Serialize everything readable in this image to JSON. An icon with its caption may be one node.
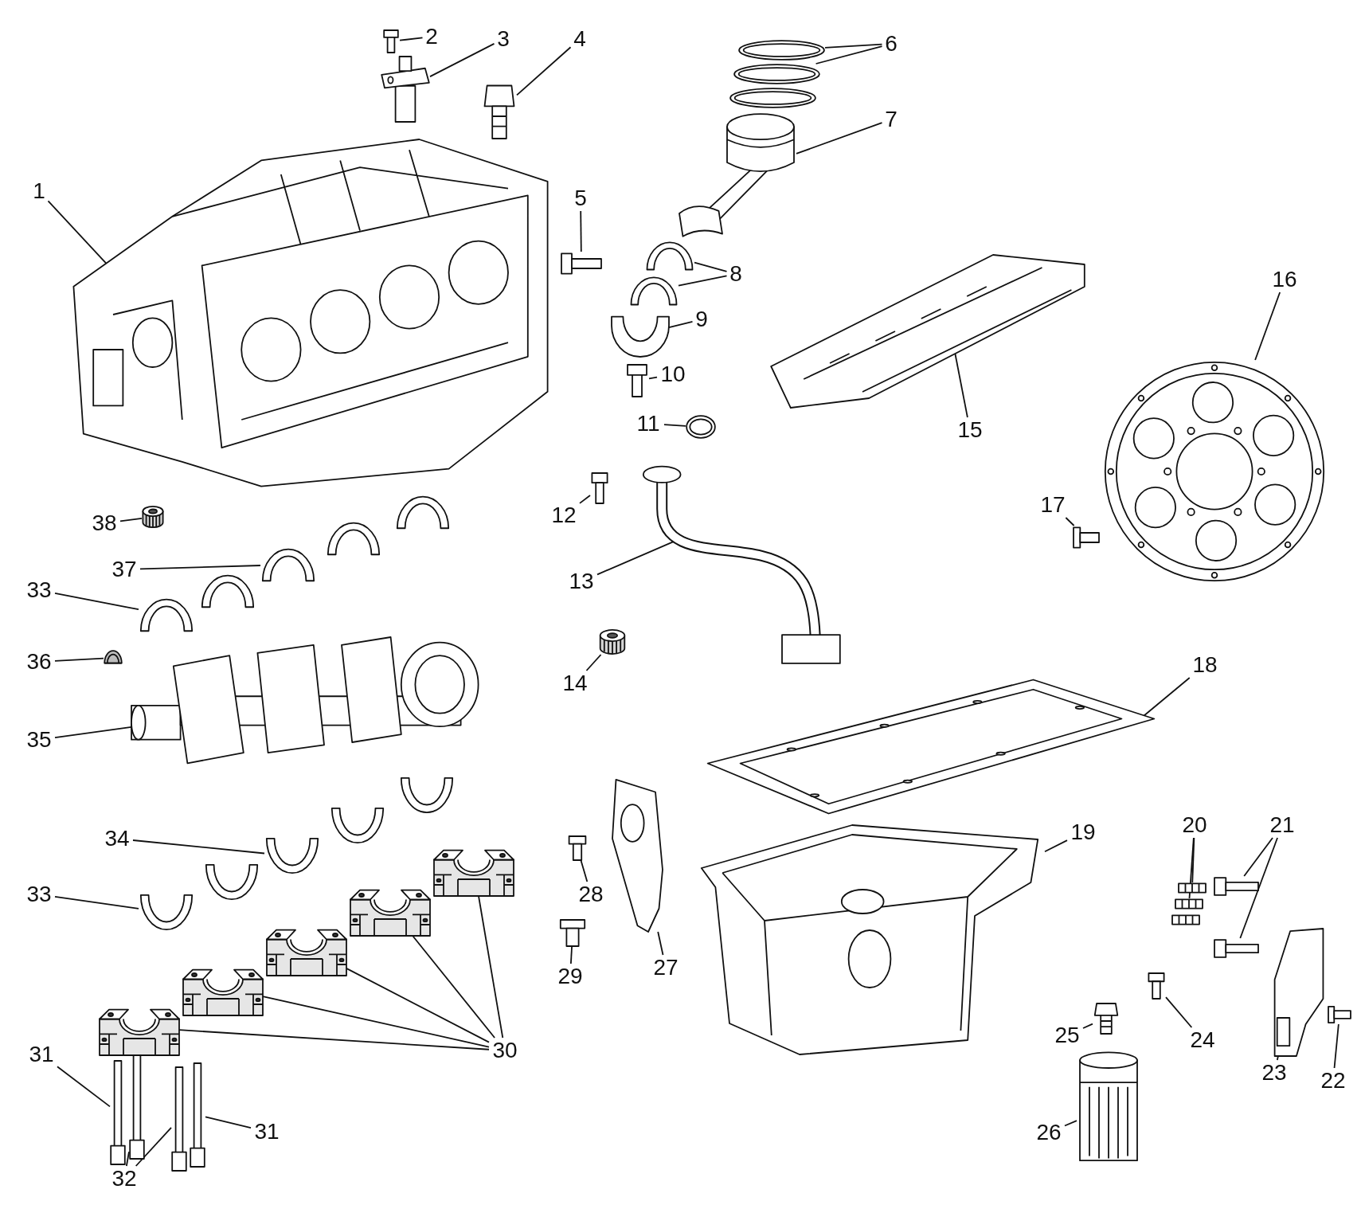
{
  "diagram": {
    "nodes": [
      {
        "text": [
          "1"
        ]
      },
      {
        "text": [],
        "shape": "picture"
      },
      {
        "text": [
          "2"
        ]
      },
      {
        "text": [],
        "shape": "picture"
      },
      {
        "text": [
          "3"
        ]
      },
      {
        "text": [],
        "shape": "picture"
      },
      {
        "text": [
          "4"
        ]
      },
      {
        "text": [],
        "shape": "picture"
      },
      {
        "text": [
          "5"
        ]
      },
      {
        "text": [],
        "shape": "picture"
      },
      {
        "text": [
          "6"
        ]
      },
      {
        "text": [],
        "shape": "picture"
      },
      {
        "text": [],
        "shape": "picture"
      },
      {
        "text": [],
        "shape": "picture"
      },
      {
        "text": [
          "7"
        ]
      },
      {
        "text": [],
        "shape": "picture"
      },
      {
        "text": [
          "8"
        ]
      },
      {
        "text": [],
        "shape": "picture"
      },
      {
        "text": [],
        "shape": "picture"
      },
      {
        "text": [
          "9"
        ]
      },
      {
        "text": [],
        "shape": "picture"
      },
      {
        "text": [
          "10"
        ]
      },
      {
        "text": [],
        "shape": "picture"
      },
      {
        "text": [
          "11"
        ]
      },
      {
        "text": [],
        "shape": "picture"
      },
      {
        "text": [
          "12"
        ]
      },
      {
        "text": [],
        "shape": "picture"
      },
      {
        "text": [
          "13"
        ]
      },
      {
        "text": [],
        "shape": "picture"
      },
      {
        "text": [
          "14"
        ]
      },
      {
        "text": [],
        "shape": "picture"
      },
      {
        "text": [
          "15"
        ]
      },
      {
        "text": [],
        "shape": "picture"
      },
      {
        "text": [
          "16"
        ]
      },
      {
        "text": [],
        "shape": "picture"
      },
      {
        "text": [
          "17"
        ]
      },
      {
        "text": [],
        "shape": "picture"
      },
      {
        "text": [
          "18"
        ]
      },
      {
        "text": [],
        "shape": "picture"
      },
      {
        "text": [
          "19"
        ]
      },
      {
        "text": [],
        "shape": "picture"
      },
      {
        "text": [
          "20"
        ]
      },
      {
        "text": [],
        "shape": "picture"
      },
      {
        "text": [],
        "shape": "picture"
      },
      {
        "text": [],
        "shape": "picture"
      },
      {
        "text": [
          "21"
        ]
      },
      {
        "text": [],
        "shape": "picture"
      },
      {
        "text": [],
        "shape": "picture"
      },
      {
        "text": [
          "22"
        ]
      },
      {
        "text": [],
        "shape": "picture"
      },
      {
        "text": [
          "23"
        ]
      },
      {
        "text": [],
        "shape": "picture"
      },
      {
        "text": [
          "24"
        ]
      },
      {
        "text": [],
        "shape": "picture"
      },
      {
        "text": [
          "25"
        ]
      },
      {
        "text": [],
        "shape": "picture"
      },
      {
        "text": [
          "26"
        ]
      },
      {
        "text": [],
        "shape": "picture"
      },
      {
        "text": [
          "27"
        ]
      },
      {
        "text": [],
        "shape": "picture"
      },
      {
        "text": [
          "28"
        ]
      },
      {
        "text": [],
        "shape": "picture"
      },
      {
        "text": [
          "29"
        ]
      },
      {
        "text": [],
        "shape": "picture"
      },
      {
        "text": [
          "30"
        ]
      },
      {
        "text": [],
        "shape": "picture"
      },
      {
        "text": [],
        "shape": "picture"
      },
      {
        "text": [],
        "shape": "picture"
      },
      {
        "text": [],
        "shape": "picture"
      },
      {
        "text": [],
        "shape": "picture"
      },
      {
        "text": [
          "31"
        ]
      },
      {
        "text": [],
        "shape": "picture"
      },
      {
        "text": [
          "32"
        ]
      },
      {
        "text": [],
        "shape": "picture"
      },
      {
        "text": [],
        "shape": "picture"
      },
      {
        "text": [
          "31"
        ]
      },
      {
        "text": [],
        "shape": "picture"
      },
      {
        "text": [
          "33"
        ]
      },
      {
        "text": [],
        "shape": "picture"
      },
      {
        "text": [
          "36"
        ]
      },
      {
        "text": [],
        "shape": "picture"
      },
      {
        "text": [
          "35"
        ]
      },
      {
        "text": [],
        "shape": "picture"
      },
      {
        "text": [
          "34"
        ]
      },
      {
        "text": [],
        "shape": "picture"
      },
      {
        "text": [
          "33"
        ]
      },
      {
        "text": [],
        "shape": "picture"
      },
      {
        "text": [
          "37"
        ]
      },
      {
        "text": [],
        "shape": "picture"
      },
      {
        "text": [
          "38"
        ]
      },
      {
        "text": [],
        "shape": "picture"
      },
      {
        "text": [],
        "shape": "picture"
      },
      {
        "text": [],
        "shape": "picture"
      },
      {
        "text": [],
        "shape": "picture"
      },
      {
        "text": [],
        "shape": "picture"
      },
      {
        "text": [],
        "shape": "picture"
      },
      {
        "text": [],
        "shape": "picture"
      }
    ],
    "edges": [
      {
        "from": 0,
        "to": 1,
        "arrow": "none"
      },
      {
        "from": 2,
        "to": 3,
        "arrow": "none"
      },
      {
        "from": 4,
        "to": 5,
        "arrow": "none"
      },
      {
        "from": 6,
        "to": 7,
        "arrow": "none"
      },
      {
        "from": 8,
        "to": 9,
        "arrow": "none"
      },
      {
        "from": 10,
        "to": 11,
        "arrow": "none"
      },
      {
        "from": 10,
        "to": 12,
        "arrow": "none"
      },
      {
        "from": 14,
        "to": 15,
        "arrow": "none"
      },
      {
        "from": 16,
        "to": 17,
        "arrow": "none"
      },
      {
        "from": 16,
        "to": 18,
        "arrow": "none"
      },
      {
        "from": 19,
        "to": 20,
        "arrow": "none"
      },
      {
        "from": 21,
        "to": 22,
        "arrow": "none"
      },
      {
        "from": 23,
        "to": 24,
        "arrow": "none"
      },
      {
        "from": 25,
        "to": 26,
        "arrow": "none"
      },
      {
        "from": 27,
        "to": 28,
        "arrow": "none"
      },
      {
        "from": 29,
        "to": 30,
        "arrow": "none"
      },
      {
        "from": 31,
        "to": 32,
        "arrow": "none"
      },
      {
        "from": 33,
        "to": 34,
        "arrow": "none"
      },
      {
        "from": 35,
        "to": 36,
        "arrow": "none"
      },
      {
        "from": 37,
        "to": 38,
        "arrow": "none"
      },
      {
        "from": 39,
        "to": 40,
        "arrow": "none"
      },
      {
        "from": 41,
        "to": 42,
        "arrow": "none"
      },
      {
        "from": 41,
        "to": 43,
        "arrow": "none"
      },
      {
        "from": 45,
        "to": 46,
        "arrow": "none"
      },
      {
        "from": 45,
        "to": 47,
        "arrow": "none"
      },
      {
        "from": 48,
        "to": 49,
        "arrow": "none"
      },
      {
        "from": 50,
        "to": 51,
        "arrow": "none"
      },
      {
        "from": 52,
        "to": 53,
        "arrow": "none"
      },
      {
        "from": 54,
        "to": 55,
        "arrow": "none"
      },
      {
        "from": 56,
        "to": 57,
        "arrow": "none"
      },
      {
        "from": 58,
        "to": 59,
        "arrow": "none"
      },
      {
        "from": 60,
        "to": 61,
        "arrow": "none"
      },
      {
        "from": 62,
        "to": 63,
        "arrow": "none"
      },
      {
        "from": 64,
        "to": 65,
        "arrow": "none"
      },
      {
        "from": 64,
        "to": 66,
        "arrow": "none"
      },
      {
        "from": 64,
        "to": 67,
        "arrow": "none"
      },
      {
        "from": 64,
        "to": 68,
        "arrow": "none"
      },
      {
        "from": 64,
        "to": 69,
        "arrow": "none"
      },
      {
        "from": 70,
        "to": 71,
        "arrow": "none"
      },
      {
        "from": 72,
        "to": 73,
        "arrow": "none"
      },
      {
        "from": 72,
        "to": 74,
        "arrow": "none"
      },
      {
        "from": 75,
        "to": 76,
        "arrow": "none"
      },
      {
        "from": 77,
        "to": 78,
        "arrow": "none"
      },
      {
        "from": 79,
        "to": 80,
        "arrow": "none"
      },
      {
        "from": 81,
        "to": 82,
        "arrow": "none"
      },
      {
        "from": 83,
        "to": 84,
        "arrow": "none"
      },
      {
        "from": 85,
        "to": 86,
        "arrow": "none"
      },
      {
        "from": 87,
        "to": 88,
        "arrow": "none"
      },
      {
        "from": 89,
        "to": 90,
        "arrow": "none"
      }
    ]
  }
}
